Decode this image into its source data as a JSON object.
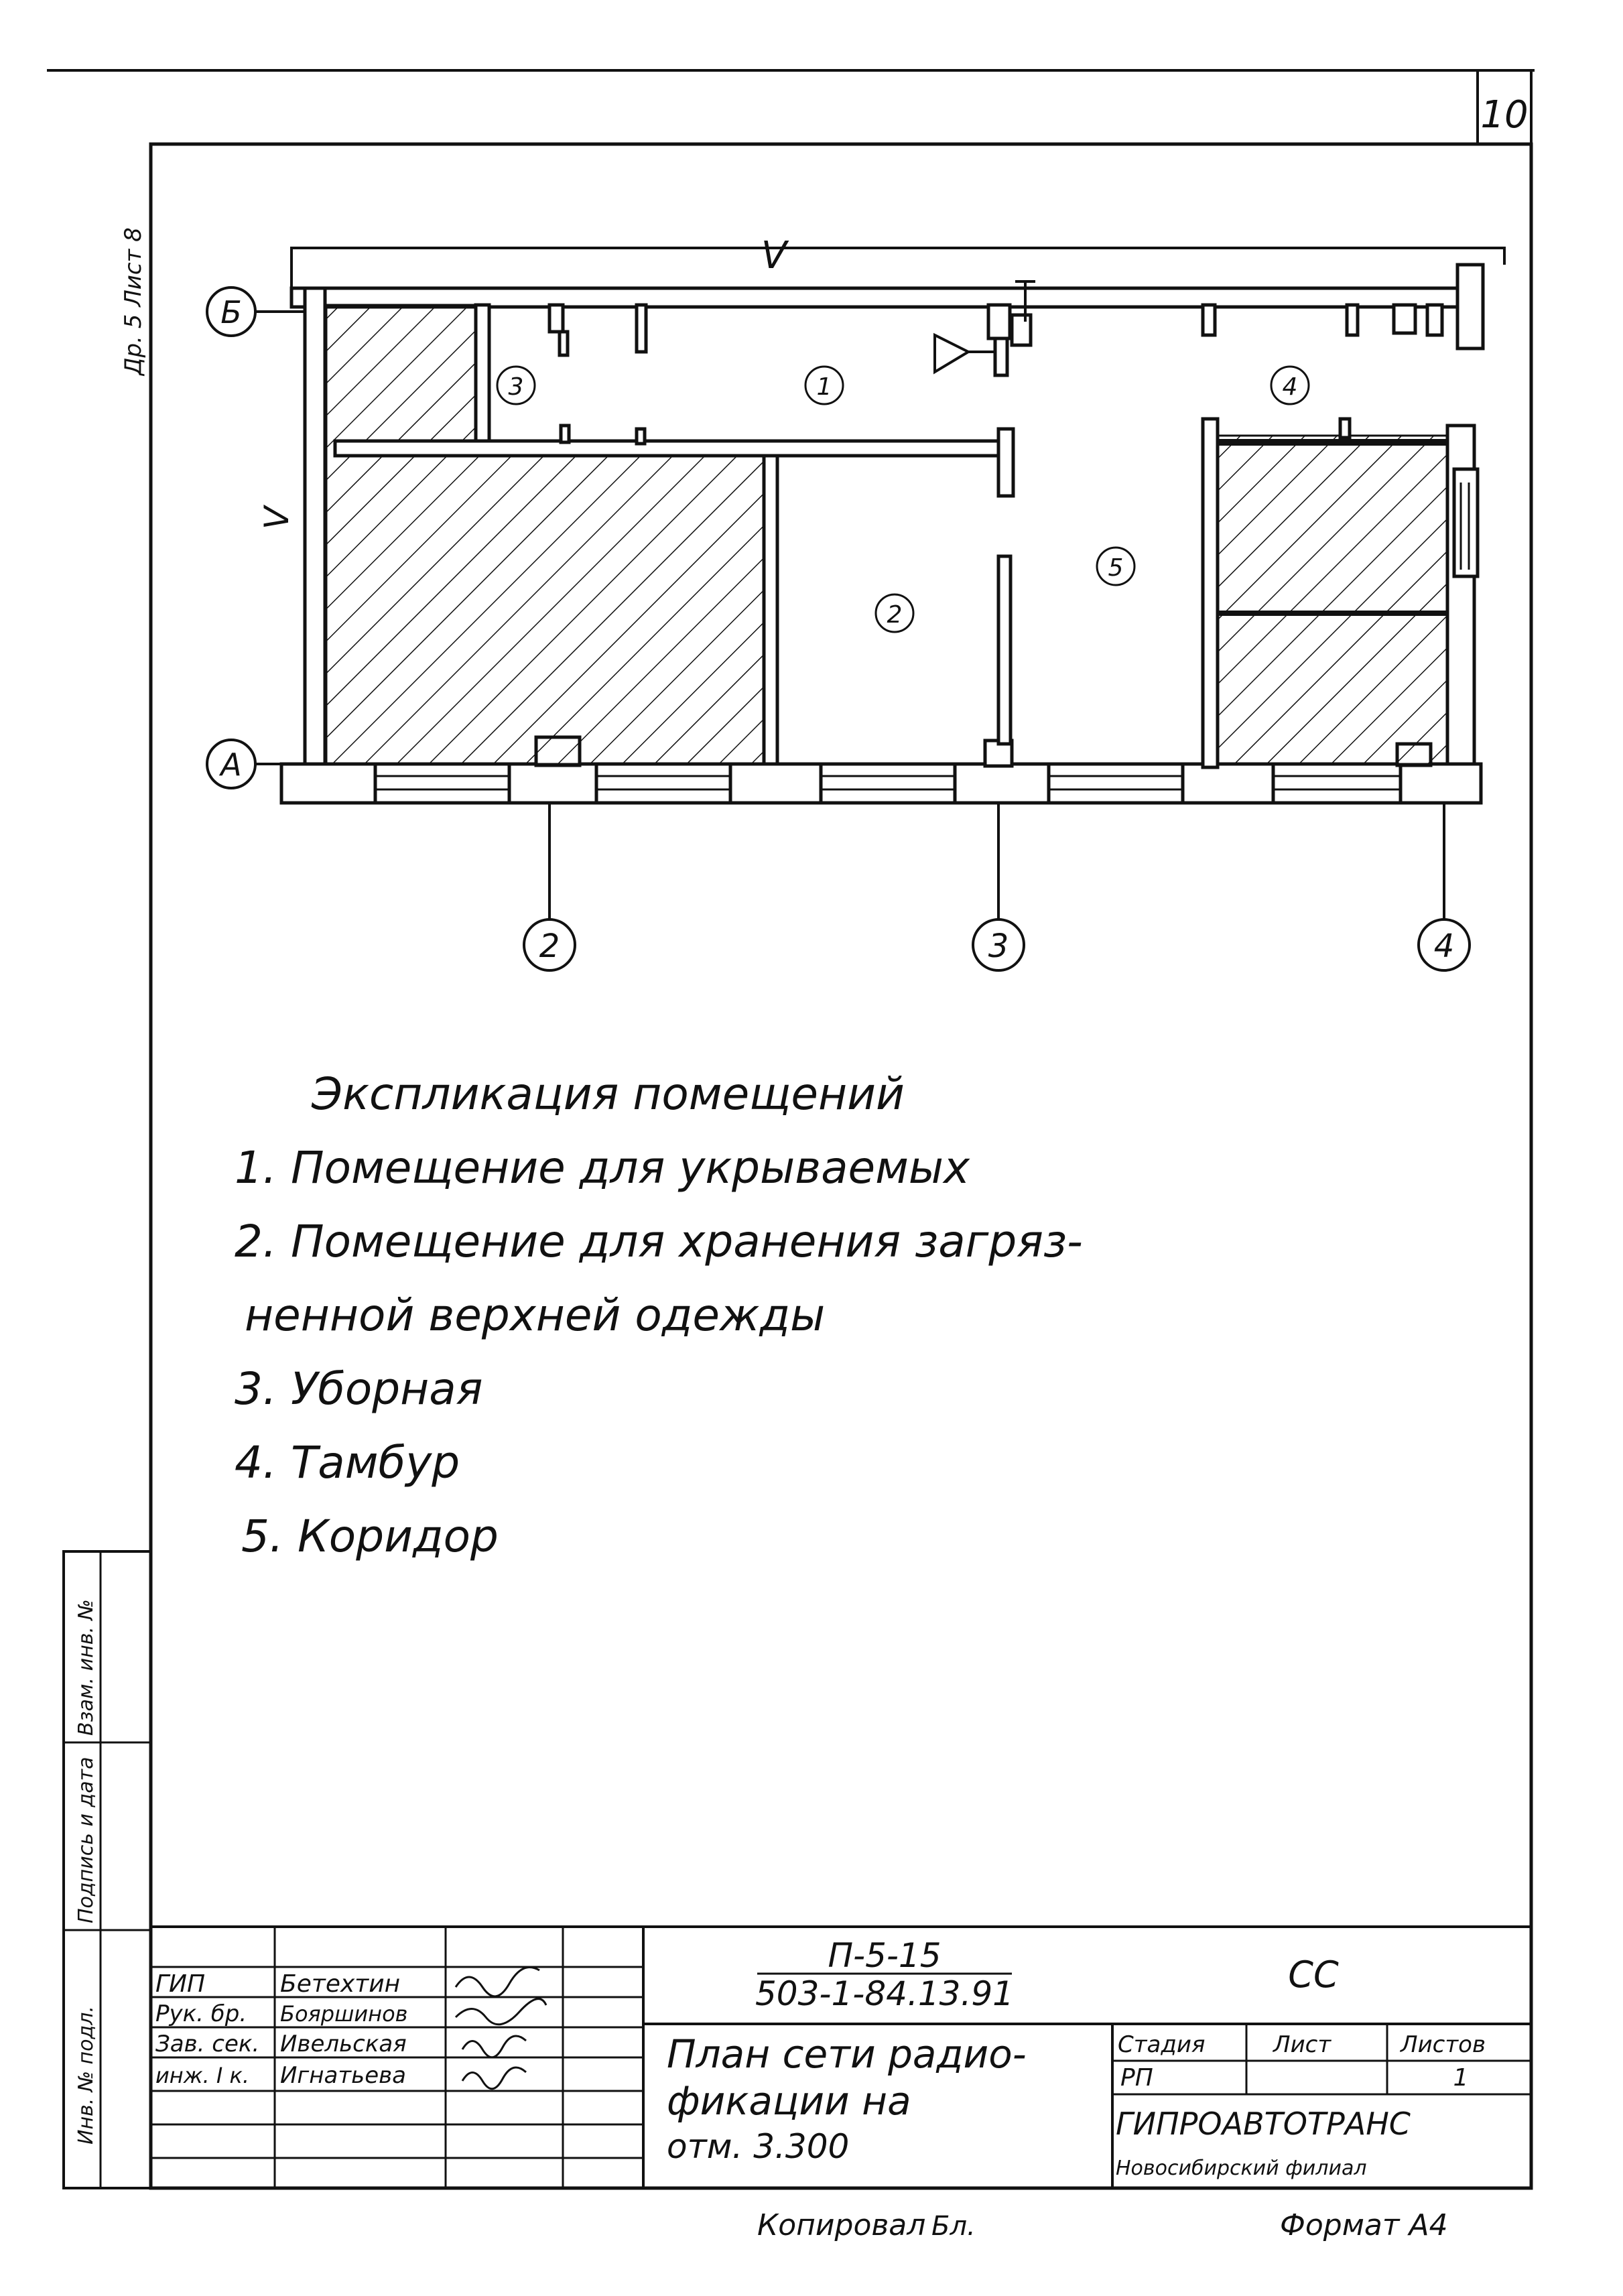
{
  "sheet": {
    "sheet_number": "10",
    "side_note": "Др. 5 Лист 8"
  },
  "plan": {
    "axis_labels": {
      "B": "Б",
      "A": "А",
      "c2": "2",
      "c3": "3",
      "c4": "4"
    },
    "room_markers": [
      "1",
      "2",
      "3",
      "4",
      "5"
    ],
    "wire_marks": {
      "top": "V",
      "left": "V"
    }
  },
  "explication": {
    "title": "Экспликация помещений",
    "lines": [
      "1. Помещение для укрываемых",
      "2. Помещение для хранения загряз-",
      "ненной верхней одежды",
      "3. Уборная",
      "4. Тамбур",
      "5. Коридор"
    ]
  },
  "side_strip": {
    "inv_label": "Взам. инв. №",
    "sign_label": "Подпись и дата",
    "orig_label": "Инв. № подл."
  },
  "title_block": {
    "rows": [
      {
        "role": "ГИП",
        "name": "Бетехтин"
      },
      {
        "role": "Рук. бр.",
        "name": "Бояршинов"
      },
      {
        "role": "Зав. сек.",
        "name": "Ивельская"
      },
      {
        "role": "инж. I к.",
        "name": "Игнатьева"
      }
    ],
    "code_line1": "П-5-15",
    "code_line2": "503-1-84.13.91",
    "mark": "СС",
    "drawing_title": [
      "План сети радио-",
      "фикации на",
      "отм. 3.300"
    ],
    "stage_header": "Стадия",
    "sheet_header": "Лист",
    "sheets_header": "Листов",
    "stage": "РП",
    "sheet": "",
    "sheets": "1",
    "org": "ГИПРОАВТОТРАНС",
    "branch": "Новосибирский филиал"
  },
  "footer": {
    "copied": "Копировал",
    "copied_sign": "Бл.",
    "format": "Формат А4"
  }
}
